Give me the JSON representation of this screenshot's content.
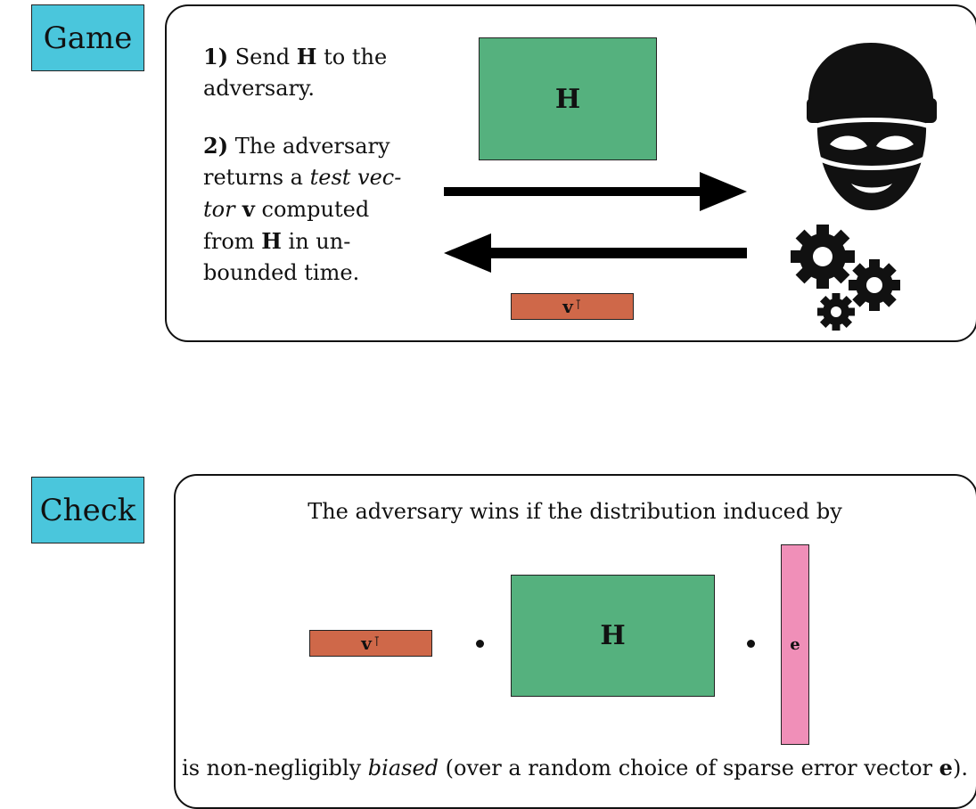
{
  "game": {
    "label": "Game",
    "step1": {
      "num": "1)",
      "text_a": " Send ",
      "bold": "H",
      "text_b": " to the",
      "line2": "adversary."
    },
    "step2": {
      "num": "2)",
      "line1": " The adversary",
      "line2": "returns a ",
      "line2_italic": "test vec-",
      "line3_italic": "tor",
      "line3_bold": " v",
      "line3": " computed",
      "line4": "from ",
      "line4_bold": "H",
      "line4_b": " in un-",
      "line5": "bounded time."
    },
    "matrix_label": "H",
    "vector_label": "v",
    "vector_sup": "⊺"
  },
  "check": {
    "label": "Check",
    "top_text": "The adversary wins if the distribution induced by",
    "v_label": "v",
    "v_sup": "⊺",
    "matrix_label": "H",
    "e_label": "e",
    "bottom_a": "is non-negligibly ",
    "bottom_italic": "biased",
    "bottom_b": " (over a random choice of sparse error vector ",
    "bottom_bold": "e",
    "bottom_c": ")."
  },
  "icons": [
    "adversary-icon",
    "gears-icon"
  ],
  "colors": {
    "label": "#4ac6dc",
    "matrix": "#55b17e",
    "vector": "#cf6849",
    "error": "#f08fb8"
  }
}
